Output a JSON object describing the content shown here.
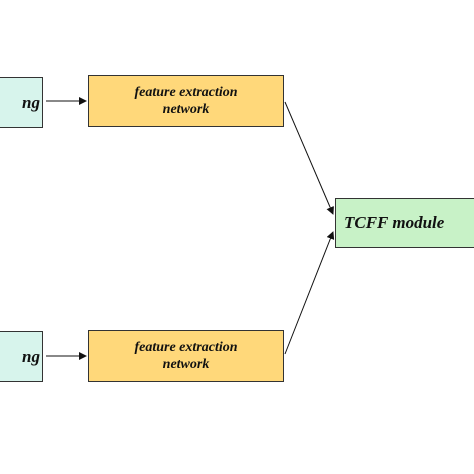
{
  "diagram": {
    "input_top": {
      "label": "ng"
    },
    "input_bottom": {
      "label": "ng"
    },
    "fe_top": {
      "line1": "feature extraction",
      "line2": "network"
    },
    "fe_bottom": {
      "line1": "feature extraction",
      "line2": "network"
    },
    "tcff": {
      "label": "TCFF module"
    },
    "colors": {
      "input_fill": "#d7f4ec",
      "feature_fill": "#ffd87a",
      "tcff_fill": "#c8f2c7",
      "stroke": "#333333"
    }
  }
}
